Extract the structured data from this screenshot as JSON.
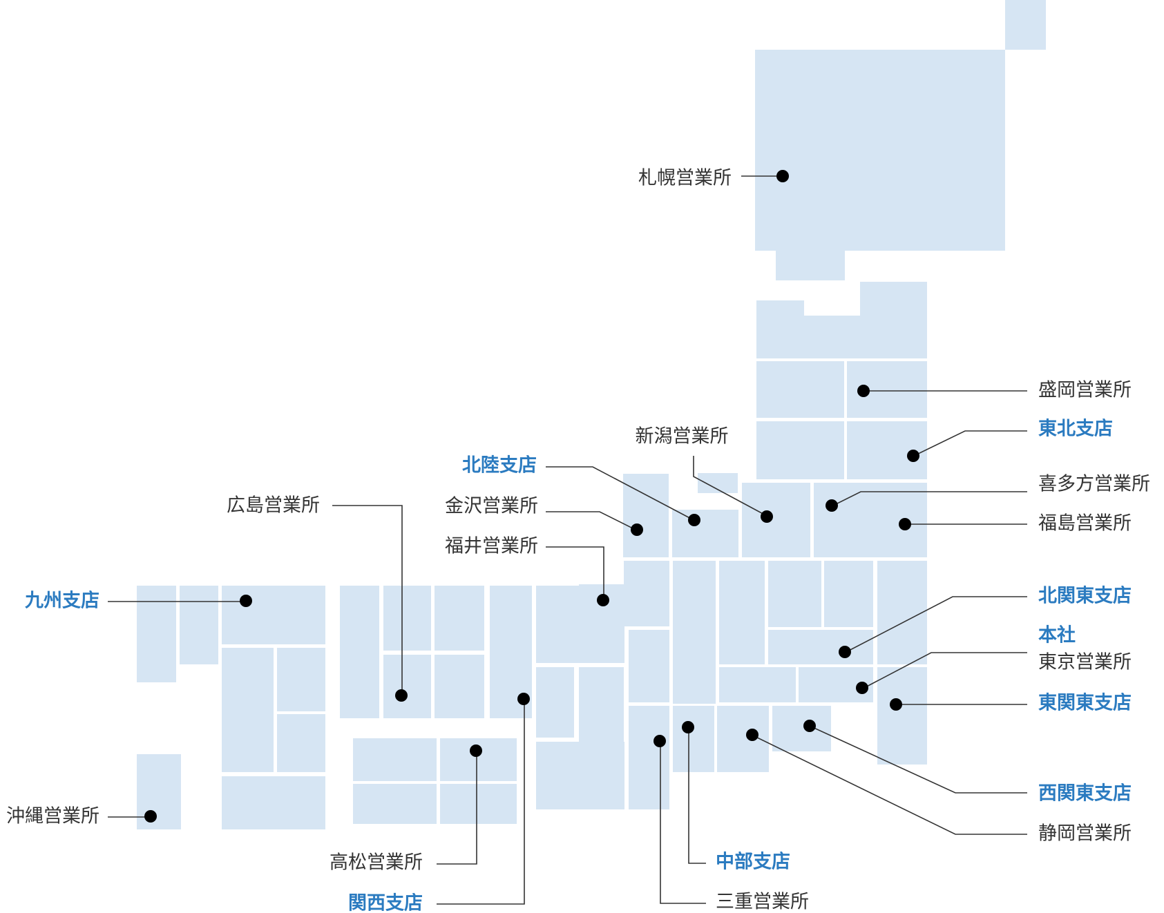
{
  "colors": {
    "tile": "#d6e5f3",
    "office_text": "#333333",
    "branch_text": "#2b7bc0",
    "leader_line": "#333333",
    "marker": "#000000"
  },
  "locations": [
    {
      "id": "sapporo",
      "name": "札幌営業所",
      "kind": "office"
    },
    {
      "id": "morioka",
      "name": "盛岡営業所",
      "kind": "office"
    },
    {
      "id": "tohoku",
      "name": "東北支店",
      "kind": "branch"
    },
    {
      "id": "kitakata",
      "name": "喜多方営業所",
      "kind": "office"
    },
    {
      "id": "fukushima",
      "name": "福島営業所",
      "kind": "office"
    },
    {
      "id": "niigata",
      "name": "新潟営業所",
      "kind": "office"
    },
    {
      "id": "hokuriku",
      "name": "北陸支店",
      "kind": "branch"
    },
    {
      "id": "kanazawa",
      "name": "金沢営業所",
      "kind": "office"
    },
    {
      "id": "fukui",
      "name": "福井営業所",
      "kind": "office"
    },
    {
      "id": "hiroshima",
      "name": "広島営業所",
      "kind": "office"
    },
    {
      "id": "kyushu",
      "name": "九州支店",
      "kind": "branch"
    },
    {
      "id": "okinawa",
      "name": "沖縄営業所",
      "kind": "office"
    },
    {
      "id": "takamatsu",
      "name": "高松営業所",
      "kind": "office"
    },
    {
      "id": "kansai",
      "name": "関西支店",
      "kind": "branch"
    },
    {
      "id": "kitakanto",
      "name": "北関東支店",
      "kind": "branch"
    },
    {
      "id": "honsha",
      "name": "本社",
      "kind": "branch"
    },
    {
      "id": "tokyo",
      "name": "東京営業所",
      "kind": "office"
    },
    {
      "id": "higashikanto",
      "name": "東関東支店",
      "kind": "branch"
    },
    {
      "id": "nishikanto",
      "name": "西関東支店",
      "kind": "branch"
    },
    {
      "id": "shizuoka",
      "name": "静岡営業所",
      "kind": "office"
    },
    {
      "id": "chubu",
      "name": "中部支店",
      "kind": "branch"
    },
    {
      "id": "mie",
      "name": "三重営業所",
      "kind": "office"
    }
  ]
}
